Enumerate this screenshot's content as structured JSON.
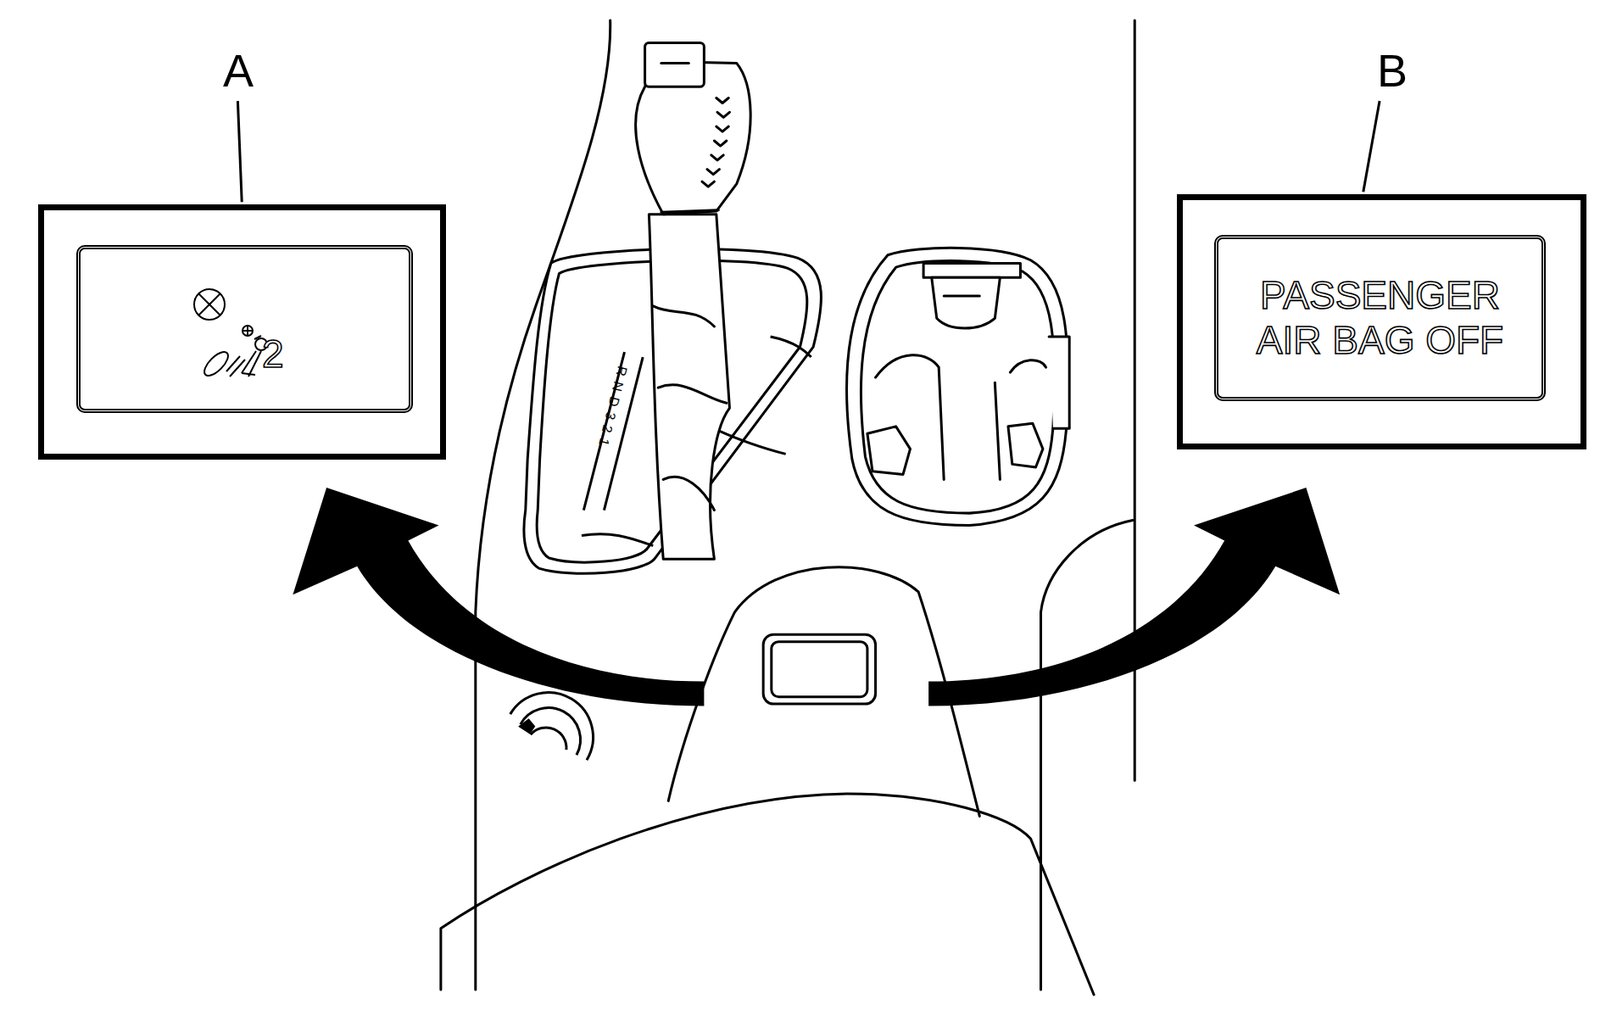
{
  "diagram": {
    "nodes": [
      {
        "text": [
          "2"
        ]
      },
      {
        "text": [
          "PASSENGER AIR BAG OFF"
        ]
      }
    ],
    "labels": [
      "A",
      "B",
      "RND321"
    ]
  }
}
